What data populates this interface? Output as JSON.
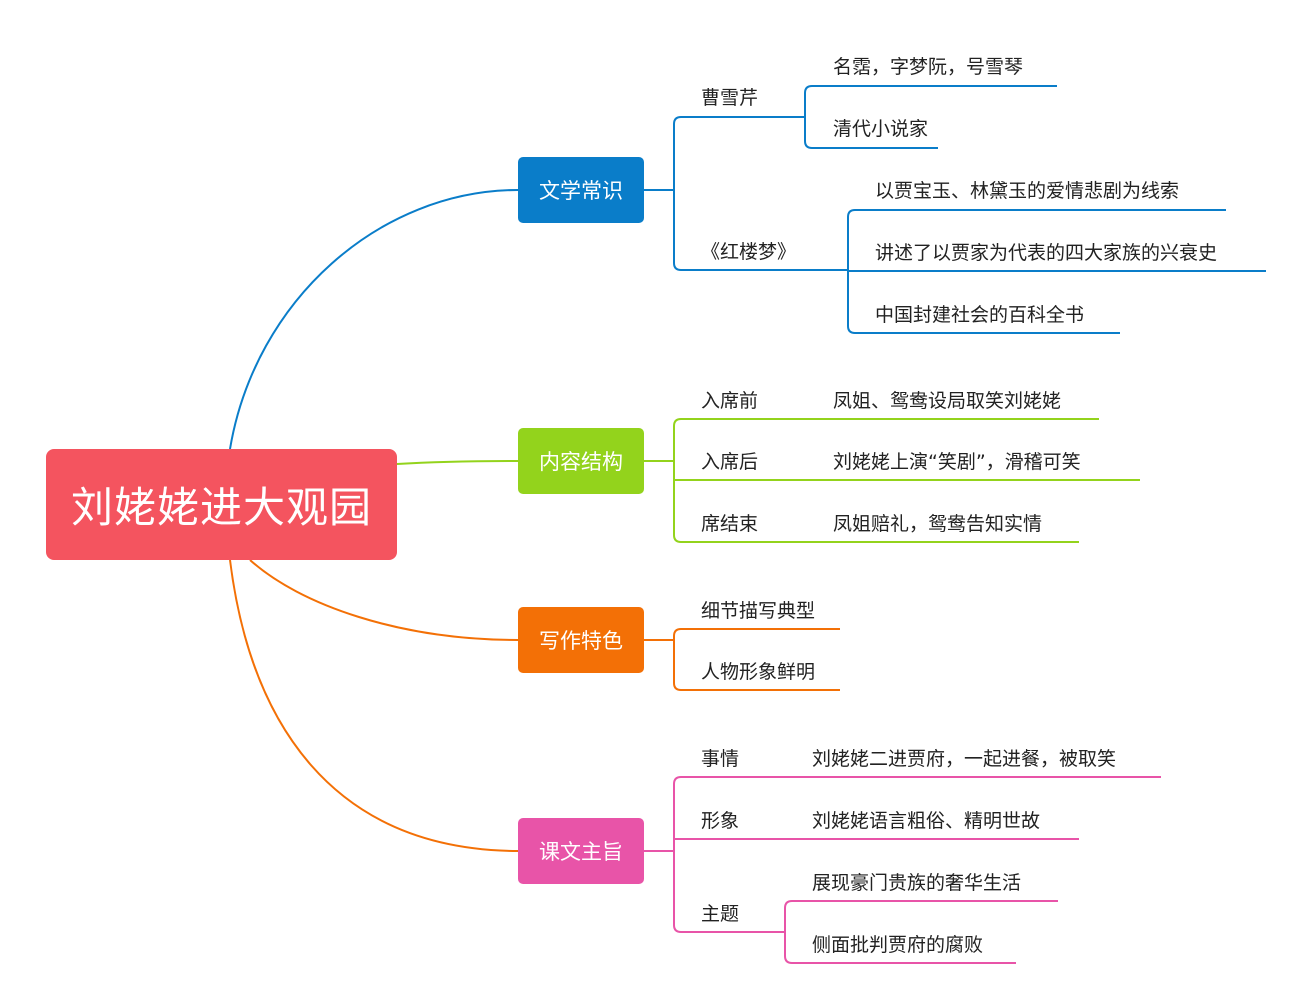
{
  "root": {
    "label": "刘姥姥进大观园"
  },
  "colors": {
    "root": "#f4545f",
    "literature": "#0a7dc9",
    "content": "#93d31c",
    "writing": "#f37006",
    "theme": "#e854a8"
  },
  "branches": {
    "literature": {
      "label": "文学常识",
      "author": {
        "label": "曹雪芹",
        "items": [
          "名霑，字梦阮，号雪琴",
          "清代小说家"
        ]
      },
      "novel": {
        "label": "《红楼梦》",
        "items": [
          "以贾宝玉、林黛玉的爱情悲剧为线索",
          "讲述了以贾家为代表的四大家族的兴衰史",
          "中国封建社会的百科全书"
        ]
      }
    },
    "content": {
      "label": "内容结构",
      "items": [
        {
          "label": "入席前",
          "detail": "凤姐、鸳鸯设局取笑刘姥姥"
        },
        {
          "label": "入席后",
          "detail": "刘姥姥上演“笑剧”，滑稽可笑"
        },
        {
          "label": "席结束",
          "detail": "凤姐赔礼，鸳鸯告知实情"
        }
      ]
    },
    "writing": {
      "label": "写作特色",
      "items": [
        "细节描写典型",
        "人物形象鲜明"
      ]
    },
    "theme": {
      "label": "课文主旨",
      "matter": {
        "label": "事情",
        "detail": "刘姥姥二进贾府，一起进餐，被取笑"
      },
      "image": {
        "label": "形象",
        "detail": "刘姥姥语言粗俗、精明世故"
      },
      "topic": {
        "label": "主题",
        "items": [
          "展现豪门贵族的奢华生活",
          "侧面批判贾府的腐败"
        ]
      }
    }
  }
}
